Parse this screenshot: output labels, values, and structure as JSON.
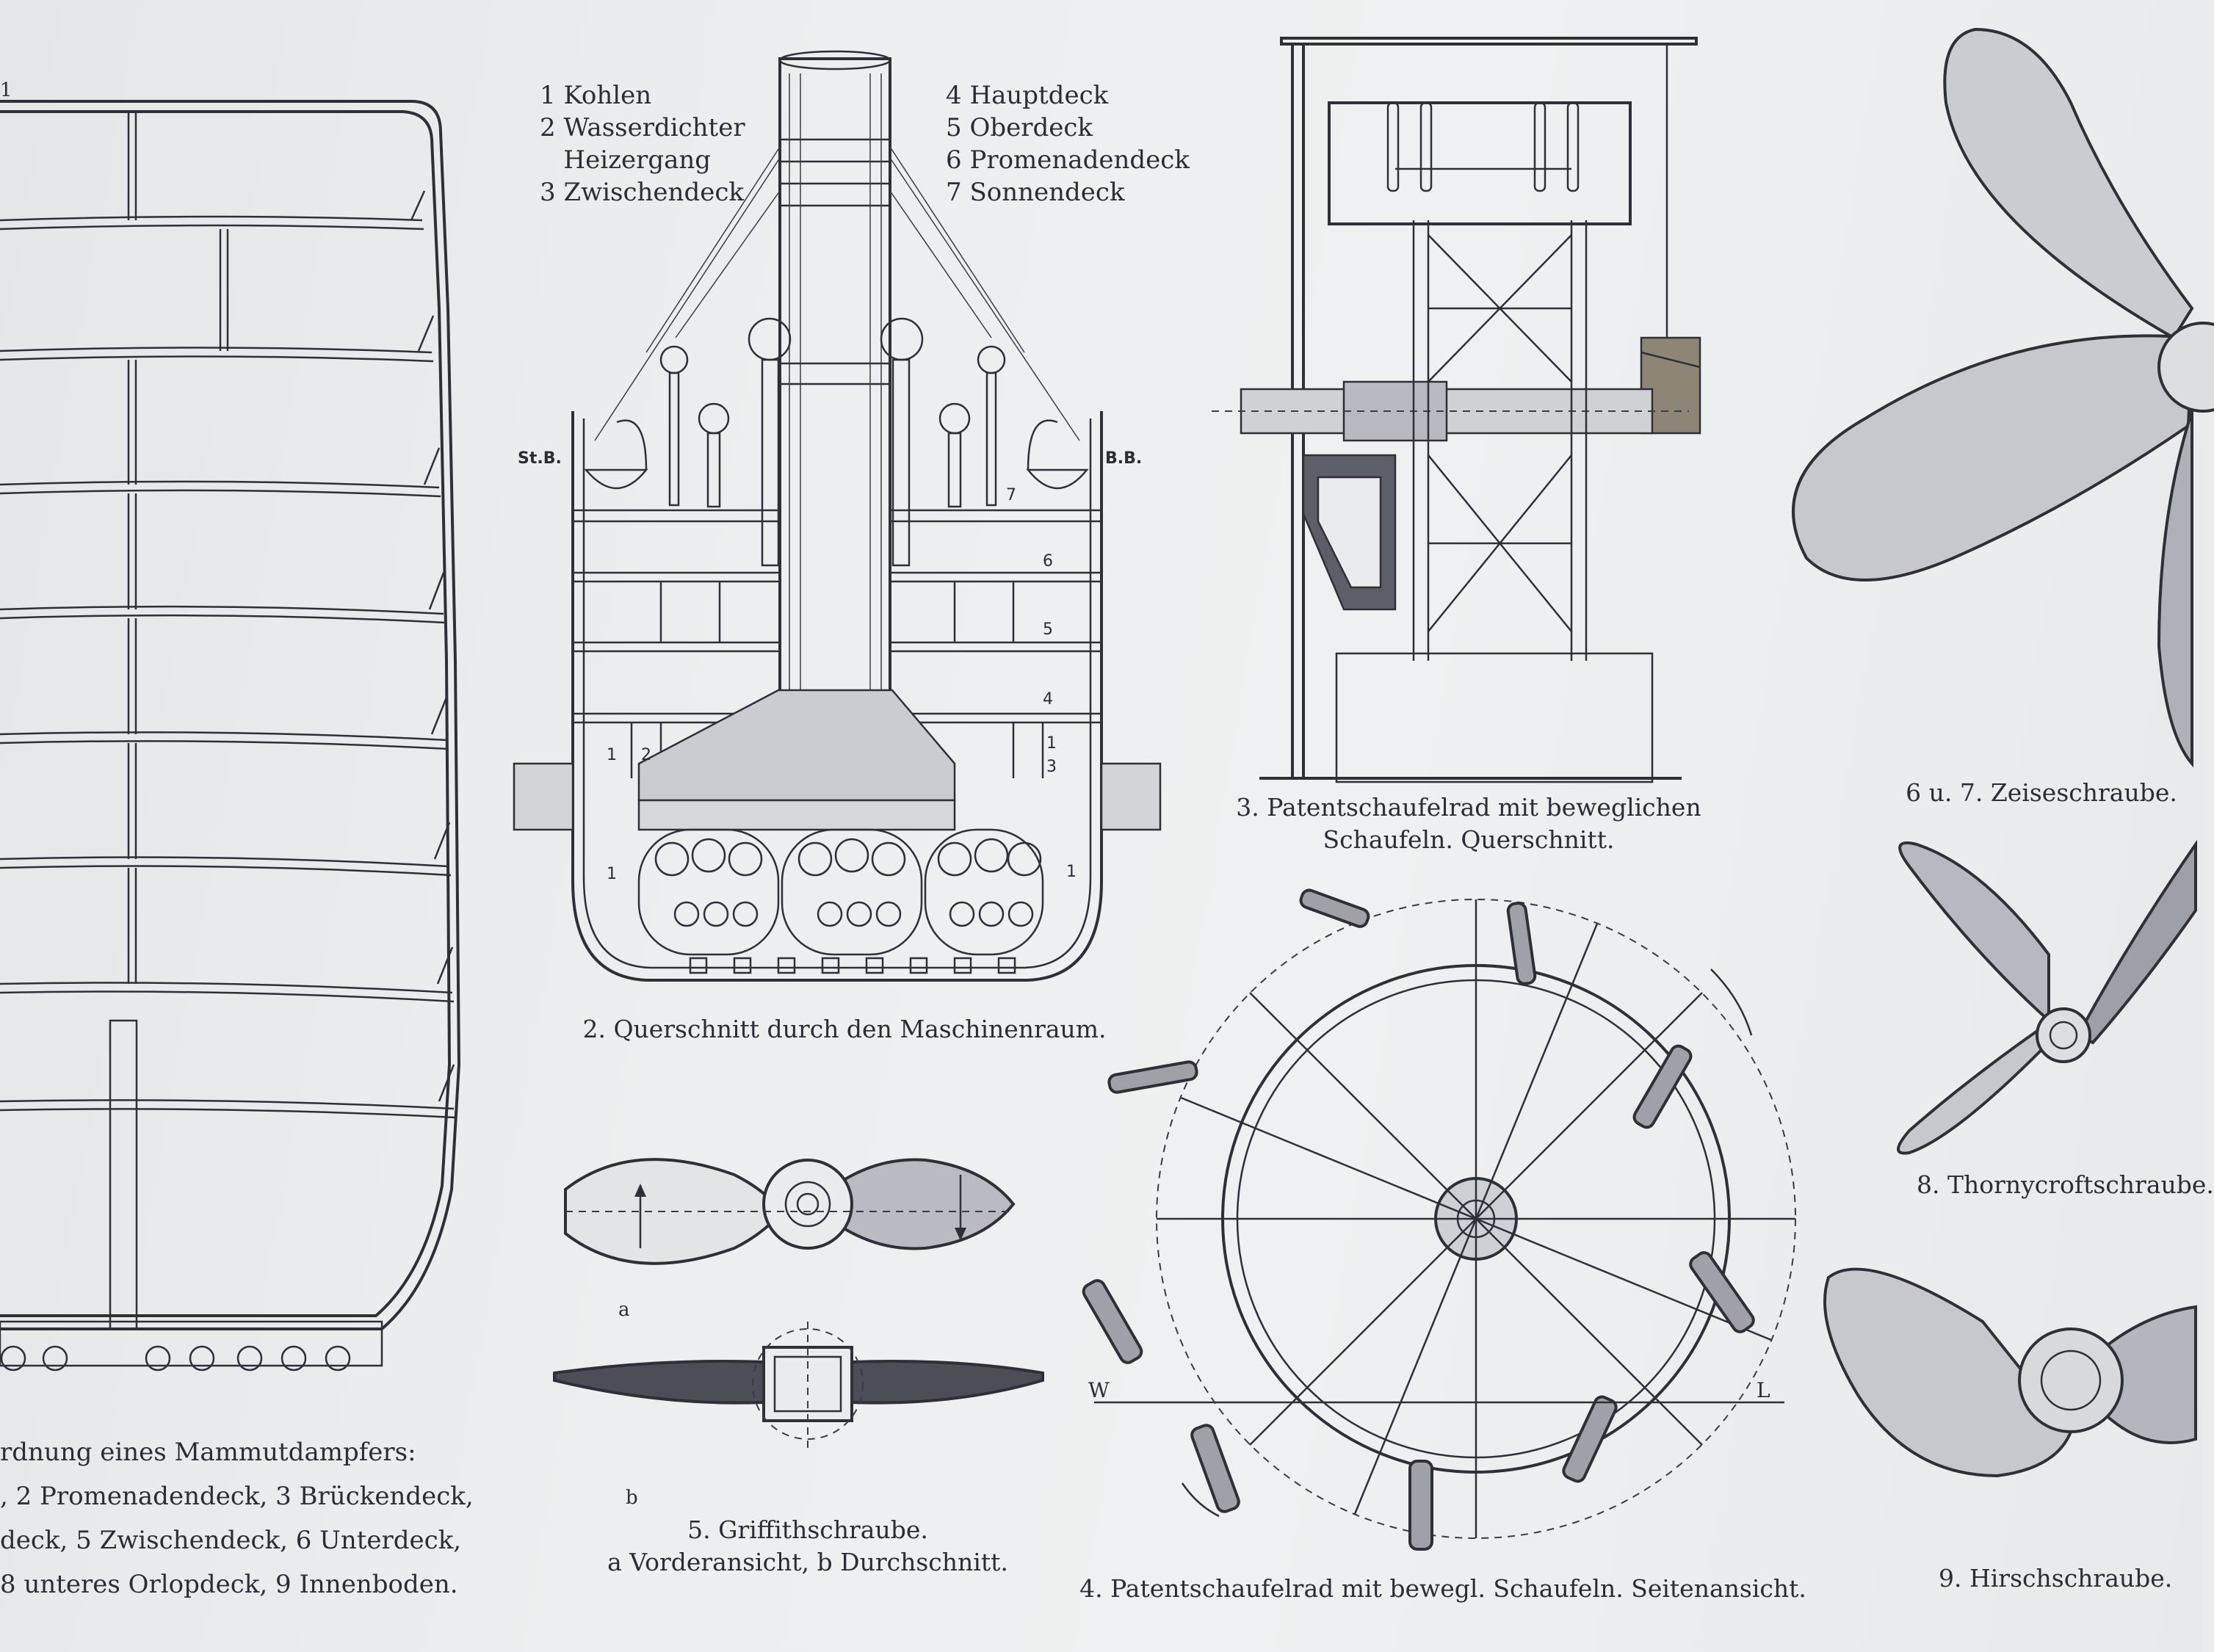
{
  "fig1": {
    "caption_line1": "rdnung eines Mammutdampfers:",
    "caption_line2": ", 2 Promenadendeck, 3 Brückendeck,",
    "caption_line3": "deck, 5 Zwischendeck, 6 Unterdeck,",
    "caption_line4": "8 unteres Orlopdeck, 9 Innenboden.",
    "corner_mark": "1"
  },
  "fig2": {
    "legend_left": [
      "1 Kohlen",
      "2 Wasserdichter",
      "   Heizergang",
      "3 Zwischendeck"
    ],
    "legend_right": [
      "4 Hauptdeck",
      "5 Oberdeck",
      "6 Promenadendeck",
      "7 Sonnendeck"
    ],
    "label_stb": "St.B.",
    "label_bb": "B.B.",
    "deck_numbers": [
      "7",
      "6",
      "5",
      "4",
      "1",
      "3",
      "1",
      "2",
      "1",
      "1"
    ],
    "caption": "2. Querschnitt durch den Maschinenraum."
  },
  "fig3": {
    "caption_line1": "3. Patentschaufelrad mit beweglichen",
    "caption_line2": "Schaufeln. Querschnitt."
  },
  "fig4": {
    "label_w": "W",
    "label_l": "L",
    "caption": "4. Patentschaufelrad mit bewegl. Schaufeln. Seitenansicht."
  },
  "fig5": {
    "label_a": "a",
    "label_b": "b",
    "caption_line1": "5. Griffithschraube.",
    "caption_line2": "a Vorderansicht, b Durchschnitt."
  },
  "fig67": {
    "caption": "6 u. 7. Zeiseschraube."
  },
  "fig8": {
    "caption": "8. Thornycroftschraube."
  },
  "fig9": {
    "caption": "9. Hirschschraube."
  }
}
